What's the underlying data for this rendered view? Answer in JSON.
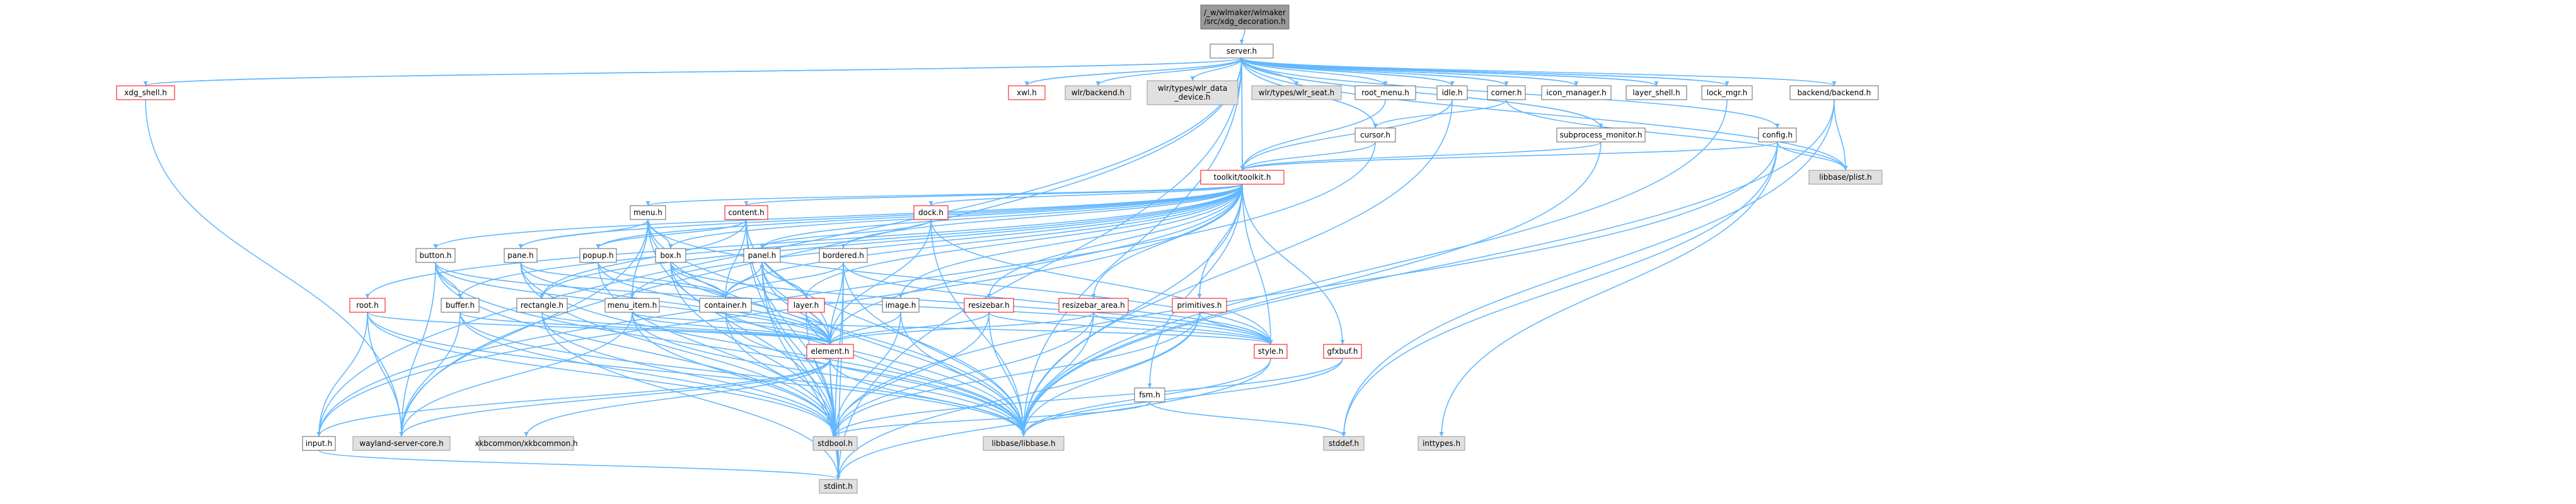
{
  "colors": {
    "edge": "#63b8ff",
    "node_fill": "#ffffff",
    "node_border": "#666666",
    "root_fill": "#999999",
    "missing_fill": "#e0e0e0",
    "missing_border": "#999999",
    "truncated_border": "#ff0000",
    "text": "#000000"
  },
  "nodes": [
    {
      "id": "root",
      "lines": [
        "/_w/wlmaker/wlmaker",
        "/src/xdg_decoration.h"
      ],
      "kind": "root"
    },
    {
      "id": "server",
      "lines": [
        "server.h"
      ],
      "kind": "normal"
    },
    {
      "id": "xdg_shell",
      "lines": [
        "xdg_shell.h"
      ],
      "kind": "truncated"
    },
    {
      "id": "xwl",
      "lines": [
        "xwl.h"
      ],
      "kind": "truncated"
    },
    {
      "id": "wlr_backend",
      "lines": [
        "wlr/backend.h"
      ],
      "kind": "missing"
    },
    {
      "id": "wlr_data_device",
      "lines": [
        "wlr/types/wlr_data",
        "_device.h"
      ],
      "kind": "missing"
    },
    {
      "id": "wlr_seat",
      "lines": [
        "wlr/types/wlr_seat.h"
      ],
      "kind": "missing"
    },
    {
      "id": "root_menu",
      "lines": [
        "root_menu.h"
      ],
      "kind": "normal"
    },
    {
      "id": "idle",
      "lines": [
        "idle.h"
      ],
      "kind": "normal"
    },
    {
      "id": "corner",
      "lines": [
        "corner.h"
      ],
      "kind": "normal"
    },
    {
      "id": "icon_manager",
      "lines": [
        "icon_manager.h"
      ],
      "kind": "normal"
    },
    {
      "id": "layer_shell",
      "lines": [
        "layer_shell.h"
      ],
      "kind": "normal"
    },
    {
      "id": "lock_mgr",
      "lines": [
        "lock_mgr.h"
      ],
      "kind": "normal"
    },
    {
      "id": "config",
      "lines": [
        "config.h"
      ],
      "kind": "normal"
    },
    {
      "id": "backend",
      "lines": [
        "backend/backend.h"
      ],
      "kind": "normal"
    },
    {
      "id": "cursor",
      "lines": [
        "cursor.h"
      ],
      "kind": "normal"
    },
    {
      "id": "subprocess_monitor",
      "lines": [
        "subprocess_monitor.h"
      ],
      "kind": "normal"
    },
    {
      "id": "libbase_plist",
      "lines": [
        "libbase/plist.h"
      ],
      "kind": "missing"
    },
    {
      "id": "toolkit",
      "lines": [
        "toolkit/toolkit.h"
      ],
      "kind": "truncated"
    },
    {
      "id": "menu",
      "lines": [
        "menu.h"
      ],
      "kind": "normal"
    },
    {
      "id": "content",
      "lines": [
        "content.h"
      ],
      "kind": "truncated"
    },
    {
      "id": "dock",
      "lines": [
        "dock.h"
      ],
      "kind": "truncated"
    },
    {
      "id": "button",
      "lines": [
        "button.h"
      ],
      "kind": "normal"
    },
    {
      "id": "popup",
      "lines": [
        "popup.h"
      ],
      "kind": "normal"
    },
    {
      "id": "pane",
      "lines": [
        "pane.h"
      ],
      "kind": "normal"
    },
    {
      "id": "box",
      "lines": [
        "box.h"
      ],
      "kind": "normal"
    },
    {
      "id": "bordered",
      "lines": [
        "bordered.h"
      ],
      "kind": "normal"
    },
    {
      "id": "panel",
      "lines": [
        "panel.h"
      ],
      "kind": "normal"
    },
    {
      "id": "root_h",
      "lines": [
        "root.h"
      ],
      "kind": "truncated"
    },
    {
      "id": "buffer",
      "lines": [
        "buffer.h"
      ],
      "kind": "normal"
    },
    {
      "id": "rectangle",
      "lines": [
        "rectangle.h"
      ],
      "kind": "normal"
    },
    {
      "id": "menu_item",
      "lines": [
        "menu_item.h"
      ],
      "kind": "normal"
    },
    {
      "id": "container",
      "lines": [
        "container.h"
      ],
      "kind": "normal"
    },
    {
      "id": "layer",
      "lines": [
        "layer.h"
      ],
      "kind": "truncated"
    },
    {
      "id": "image",
      "lines": [
        "image.h"
      ],
      "kind": "normal"
    },
    {
      "id": "resizebar",
      "lines": [
        "resizebar.h"
      ],
      "kind": "truncated"
    },
    {
      "id": "resizebar_area",
      "lines": [
        "resizebar_area.h"
      ],
      "kind": "truncated"
    },
    {
      "id": "primitives",
      "lines": [
        "primitives.h"
      ],
      "kind": "truncated"
    },
    {
      "id": "element",
      "lines": [
        "element.h"
      ],
      "kind": "truncated"
    },
    {
      "id": "style",
      "lines": [
        "style.h"
      ],
      "kind": "truncated"
    },
    {
      "id": "gfxbuf",
      "lines": [
        "gfxbuf.h"
      ],
      "kind": "truncated"
    },
    {
      "id": "fsm",
      "lines": [
        "fsm.h"
      ],
      "kind": "normal"
    },
    {
      "id": "input",
      "lines": [
        "input.h"
      ],
      "kind": "normal"
    },
    {
      "id": "wayland_server_core",
      "lines": [
        "wayland-server-core.h"
      ],
      "kind": "missing"
    },
    {
      "id": "xkbcommon",
      "lines": [
        "xkbcommon/xkbcommon.h"
      ],
      "kind": "missing"
    },
    {
      "id": "stdbool",
      "lines": [
        "stdbool.h"
      ],
      "kind": "missing"
    },
    {
      "id": "libbase",
      "lines": [
        "libbase/libbase.h"
      ],
      "kind": "missing"
    },
    {
      "id": "stddef",
      "lines": [
        "stddef.h"
      ],
      "kind": "missing"
    },
    {
      "id": "inttypes",
      "lines": [
        "inttypes.h"
      ],
      "kind": "missing"
    },
    {
      "id": "stdint",
      "lines": [
        "stdint.h"
      ],
      "kind": "missing"
    }
  ],
  "edges": [
    [
      "root",
      "server"
    ],
    [
      "server",
      "xdg_shell"
    ],
    [
      "server",
      "xwl"
    ],
    [
      "server",
      "wlr_backend"
    ],
    [
      "server",
      "wlr_data_device"
    ],
    [
      "server",
      "wlr_seat"
    ],
    [
      "server",
      "root_menu"
    ],
    [
      "server",
      "idle"
    ],
    [
      "server",
      "corner"
    ],
    [
      "server",
      "icon_manager"
    ],
    [
      "server",
      "layer_shell"
    ],
    [
      "server",
      "lock_mgr"
    ],
    [
      "server",
      "config"
    ],
    [
      "server",
      "backend"
    ],
    [
      "server",
      "cursor"
    ],
    [
      "server",
      "subprocess_monitor"
    ],
    [
      "server",
      "libbase_plist"
    ],
    [
      "server",
      "toolkit"
    ],
    [
      "server",
      "input"
    ],
    [
      "server",
      "wayland_server_core"
    ],
    [
      "server",
      "libbase"
    ],
    [
      "server",
      "stdint"
    ],
    [
      "xdg_shell",
      "server"
    ],
    [
      "xdg_shell",
      "wayland_server_core"
    ],
    [
      "xwl",
      "server"
    ],
    [
      "idle",
      "server"
    ],
    [
      "corner",
      "server"
    ],
    [
      "icon_manager",
      "server"
    ],
    [
      "layer_shell",
      "server"
    ],
    [
      "lock_mgr",
      "server"
    ],
    [
      "cursor",
      "server"
    ],
    [
      "subprocess_monitor",
      "server"
    ],
    [
      "root_menu",
      "toolkit"
    ],
    [
      "idle",
      "toolkit"
    ],
    [
      "corner",
      "cursor"
    ],
    [
      "corner",
      "libbase_plist"
    ],
    [
      "config",
      "libbase_plist"
    ],
    [
      "config",
      "toolkit"
    ],
    [
      "config",
      "stdbool"
    ],
    [
      "config",
      "stddef"
    ],
    [
      "config",
      "inttypes"
    ],
    [
      "backend",
      "libbase_plist"
    ],
    [
      "backend",
      "stddef"
    ],
    [
      "backend",
      "libbase"
    ],
    [
      "cursor",
      "toolkit"
    ],
    [
      "cursor",
      "input"
    ],
    [
      "subprocess_monitor",
      "toolkit"
    ],
    [
      "subprocess_monitor",
      "libbase"
    ],
    [
      "lock_mgr",
      "libbase"
    ],
    [
      "idle",
      "libbase"
    ],
    [
      "toolkit",
      "menu"
    ],
    [
      "toolkit",
      "content"
    ],
    [
      "toolkit",
      "dock"
    ],
    [
      "toolkit",
      "button"
    ],
    [
      "toolkit",
      "popup"
    ],
    [
      "toolkit",
      "pane"
    ],
    [
      "toolkit",
      "box"
    ],
    [
      "toolkit",
      "bordered"
    ],
    [
      "toolkit",
      "panel"
    ],
    [
      "toolkit",
      "root_h"
    ],
    [
      "toolkit",
      "buffer"
    ],
    [
      "toolkit",
      "rectangle"
    ],
    [
      "toolkit",
      "menu_item"
    ],
    [
      "toolkit",
      "container"
    ],
    [
      "toolkit",
      "layer"
    ],
    [
      "toolkit",
      "image"
    ],
    [
      "toolkit",
      "resizebar"
    ],
    [
      "toolkit",
      "resizebar_area"
    ],
    [
      "toolkit",
      "primitives"
    ],
    [
      "toolkit",
      "element"
    ],
    [
      "toolkit",
      "style"
    ],
    [
      "toolkit",
      "gfxbuf"
    ],
    [
      "toolkit",
      "fsm"
    ],
    [
      "toolkit",
      "libbase"
    ],
    [
      "toolkit",
      "input"
    ],
    [
      "toolkit",
      "server"
    ],
    [
      "menu",
      "menu_item"
    ],
    [
      "menu",
      "pane"
    ],
    [
      "menu",
      "box"
    ],
    [
      "menu",
      "element"
    ],
    [
      "menu",
      "style"
    ],
    [
      "menu",
      "stdbool"
    ],
    [
      "menu",
      "wayland_server_core"
    ],
    [
      "menu",
      "libbase"
    ],
    [
      "content",
      "popup"
    ],
    [
      "content",
      "container"
    ],
    [
      "content",
      "element"
    ],
    [
      "content",
      "stdbool"
    ],
    [
      "content",
      "stdint"
    ],
    [
      "content",
      "libbase"
    ],
    [
      "content",
      "rectangle"
    ],
    [
      "dock",
      "panel"
    ],
    [
      "dock",
      "element"
    ],
    [
      "dock",
      "style"
    ],
    [
      "dock",
      "libbase"
    ],
    [
      "button",
      "buffer"
    ],
    [
      "button",
      "element"
    ],
    [
      "button",
      "style"
    ],
    [
      "button",
      "wayland_server_core"
    ],
    [
      "button",
      "stdbool"
    ],
    [
      "button",
      "libbase"
    ],
    [
      "popup",
      "container"
    ],
    [
      "popup",
      "element"
    ],
    [
      "popup",
      "stdbool"
    ],
    [
      "pane",
      "container"
    ],
    [
      "pane",
      "element"
    ],
    [
      "pane",
      "stdbool"
    ],
    [
      "pane",
      "libbase"
    ],
    [
      "box",
      "container"
    ],
    [
      "box",
      "element"
    ],
    [
      "box",
      "style"
    ],
    [
      "box",
      "stdbool"
    ],
    [
      "box",
      "libbase"
    ],
    [
      "bordered",
      "container"
    ],
    [
      "bordered",
      "element"
    ],
    [
      "bordered",
      "style"
    ],
    [
      "bordered",
      "stdbool"
    ],
    [
      "bordered",
      "libbase"
    ],
    [
      "bordered",
      "stdint"
    ],
    [
      "panel",
      "container"
    ],
    [
      "panel",
      "element"
    ],
    [
      "panel",
      "layer"
    ],
    [
      "panel",
      "stdbool"
    ],
    [
      "panel",
      "libbase"
    ],
    [
      "panel",
      "stdint"
    ],
    [
      "root_h",
      "element"
    ],
    [
      "root_h",
      "input"
    ],
    [
      "root_h",
      "wayland_server_core"
    ],
    [
      "root_h",
      "stdbool"
    ],
    [
      "root_h",
      "libbase"
    ],
    [
      "buffer",
      "element"
    ],
    [
      "buffer",
      "wayland_server_core"
    ],
    [
      "buffer",
      "stdbool"
    ],
    [
      "buffer",
      "libbase"
    ],
    [
      "rectangle",
      "element"
    ],
    [
      "rectangle",
      "stdbool"
    ],
    [
      "rectangle",
      "stdint"
    ],
    [
      "menu_item",
      "menu"
    ],
    [
      "menu_item",
      "element"
    ],
    [
      "menu_item",
      "style"
    ],
    [
      "menu_item",
      "stdbool"
    ],
    [
      "menu_item",
      "wayland_server_core"
    ],
    [
      "menu_item",
      "libbase"
    ],
    [
      "container",
      "element"
    ],
    [
      "container",
      "stdbool"
    ],
    [
      "container",
      "libbase"
    ],
    [
      "layer",
      "panel"
    ],
    [
      "layer",
      "element"
    ],
    [
      "layer",
      "stdbool"
    ],
    [
      "layer",
      "libbase"
    ],
    [
      "image",
      "element"
    ],
    [
      "image",
      "stdbool"
    ],
    [
      "image",
      "libbase"
    ],
    [
      "resizebar",
      "element"
    ],
    [
      "resizebar",
      "style"
    ],
    [
      "resizebar",
      "libbase"
    ],
    [
      "resizebar",
      "stdbool"
    ],
    [
      "resizebar_area",
      "element"
    ],
    [
      "resizebar_area",
      "style"
    ],
    [
      "resizebar_area",
      "stdbool"
    ],
    [
      "resizebar_area",
      "libbase"
    ],
    [
      "primitives",
      "style"
    ],
    [
      "primitives",
      "libbase"
    ],
    [
      "primitives",
      "stdbool"
    ],
    [
      "primitives",
      "stdint"
    ],
    [
      "element",
      "input"
    ],
    [
      "element",
      "wayland_server_core"
    ],
    [
      "element",
      "xkbcommon"
    ],
    [
      "element",
      "stdbool"
    ],
    [
      "element",
      "libbase"
    ],
    [
      "element",
      "stdint"
    ],
    [
      "style",
      "libbase"
    ],
    [
      "style",
      "stdint"
    ],
    [
      "gfxbuf",
      "libbase"
    ],
    [
      "gfxbuf",
      "stdbool"
    ],
    [
      "fsm",
      "stdbool"
    ],
    [
      "fsm",
      "stddef"
    ],
    [
      "input",
      "stdint"
    ]
  ]
}
